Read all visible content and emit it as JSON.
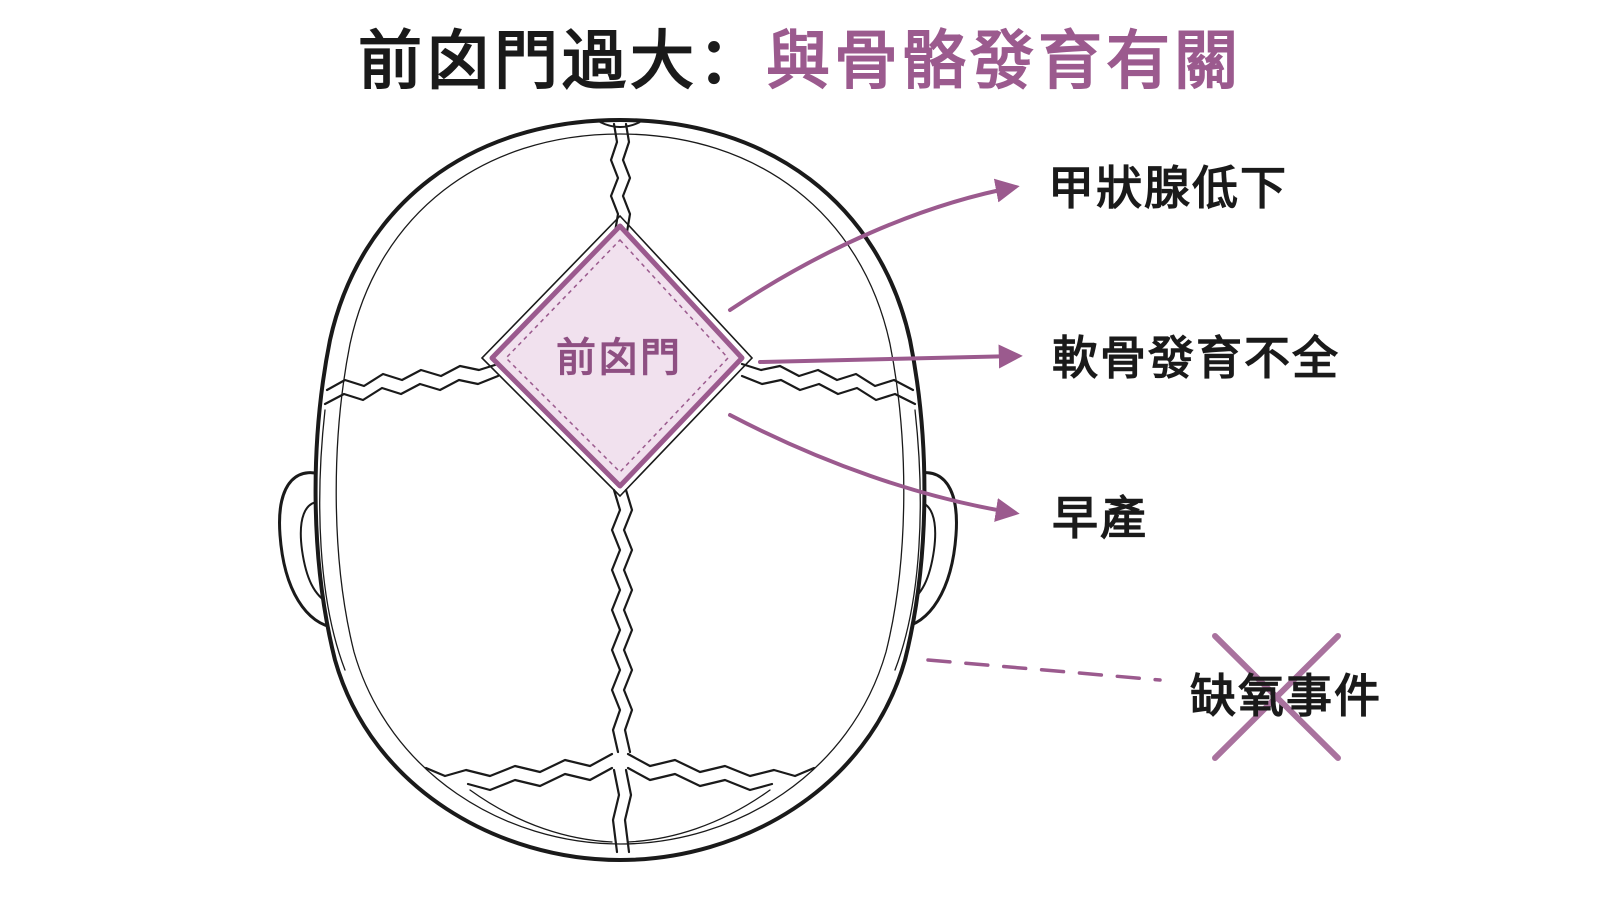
{
  "title": {
    "part1": "前囟門過大：",
    "part2": "與骨骼發育有關"
  },
  "colors": {
    "accent": "#9b5a8e",
    "fontanelle_fill": "#f1e1ee",
    "text": "#1a1a1a"
  },
  "diagram": {
    "fontanelle_label": "前囟門",
    "causes": [
      {
        "label": "甲狀腺低下"
      },
      {
        "label": "軟骨發育不全"
      },
      {
        "label": "早產"
      }
    ],
    "excluded": {
      "label": "缺氧事件",
      "marker": "cross-icon"
    }
  }
}
